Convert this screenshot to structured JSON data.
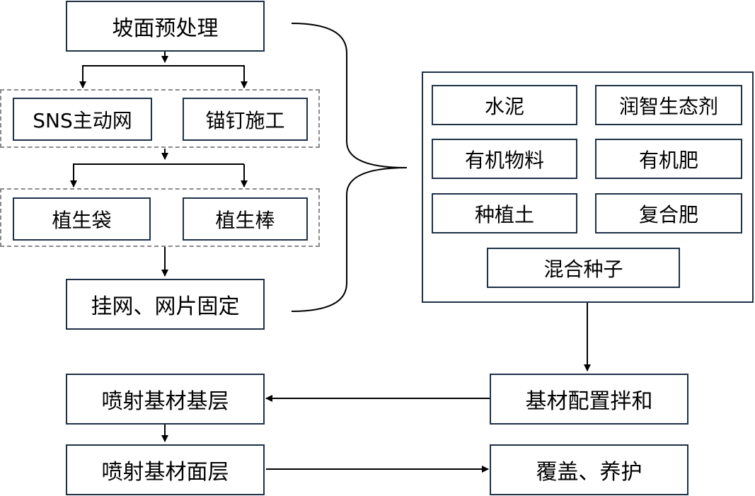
{
  "flow": {
    "slope_pretreatment": "坡面预处理",
    "sns_active_net": "SNS主动网",
    "anchor_nail": "锚钉施工",
    "veg_bag": "植生袋",
    "veg_rod": "植生棒",
    "hang_net": "挂网、网片固定",
    "spray_base_layer": "喷射基材基层",
    "spray_surface_layer": "喷射基材面层",
    "mix_config": "基材配置拌和",
    "cover_maintain": "覆盖、养护"
  },
  "materials": {
    "cement": "水泥",
    "ecological_agent": "润智生态剂",
    "organic_material": "有机物料",
    "organic_fertilizer": "有机肥",
    "planting_soil": "种植土",
    "compound_fertilizer": "复合肥",
    "mixed_seeds": "混合种子"
  }
}
